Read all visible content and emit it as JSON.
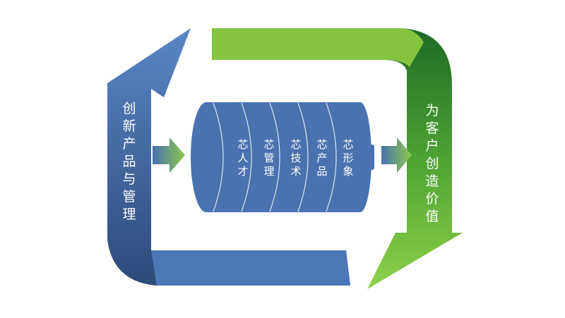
{
  "left_label": "创新产品与管理",
  "right_label": "为客户创造价值",
  "core_items": [
    "芯人才",
    "芯管理",
    "芯技术",
    "芯产品",
    "芯形象"
  ],
  "colors": {
    "blue": "#4a72b0",
    "dark_blue": "#2d4a78",
    "green": "#7cc23a",
    "dark_green": "#2f7a2a"
  }
}
